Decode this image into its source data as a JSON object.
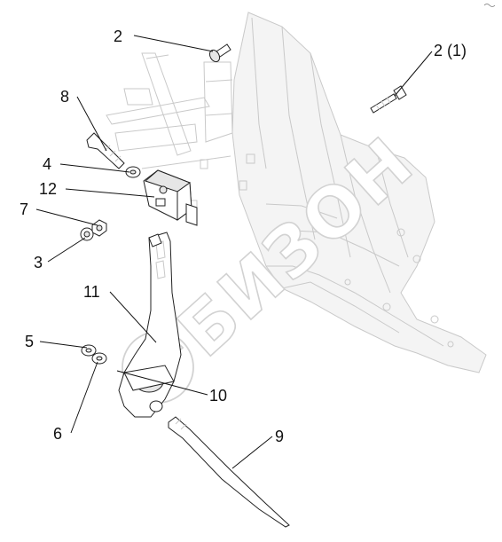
{
  "watermark": {
    "text": "БИЗОН"
  },
  "callouts": [
    {
      "id": "c-2",
      "text": "2"
    },
    {
      "id": "c-2-1",
      "text": "2 (1)"
    },
    {
      "id": "c-8",
      "text": "8"
    },
    {
      "id": "c-4",
      "text": "4"
    },
    {
      "id": "c-12",
      "text": "12"
    },
    {
      "id": "c-7",
      "text": "7"
    },
    {
      "id": "c-3",
      "text": "3"
    },
    {
      "id": "c-11",
      "text": "11"
    },
    {
      "id": "c-5",
      "text": "5"
    },
    {
      "id": "c-10",
      "text": "10"
    },
    {
      "id": "c-6",
      "text": "6"
    },
    {
      "id": "c-9",
      "text": "9"
    }
  ],
  "icons": {
    "corner_mark": "tilde-icon",
    "watermark_logo": "bizon-logo-icon"
  }
}
